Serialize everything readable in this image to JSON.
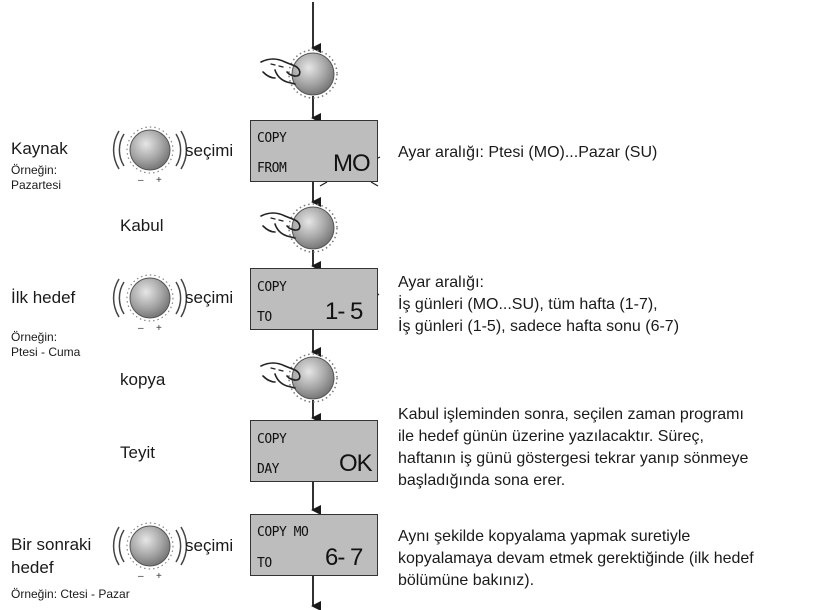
{
  "step1": {
    "action_label": "Kaynak",
    "example_label": "Örneğin:",
    "example_value": "Pazartesi",
    "select_label": "seçimi",
    "display_line1": "COPY",
    "display_line2": "FROM",
    "display_value": "MO",
    "description": "Ayar aralığı: Ptesi (MO)...Pazar (SU)"
  },
  "accept_label": "Kabul",
  "step2": {
    "action_label": "İlk hedef",
    "example_label": "Örneğin:",
    "example_value": "Ptesi - Cuma",
    "select_label": "seçimi",
    "display_line1": "COPY",
    "display_line2": "TO",
    "display_value": "1- 5",
    "description_lines": [
      "Ayar aralığı:",
      "İş günleri  (MO...SU), tüm hafta (1-7),",
      "İş günleri  (1-5), sadece hafta sonu (6-7)"
    ]
  },
  "copy_label": "kopya",
  "step3": {
    "action_label": "Teyit",
    "display_line1": "COPY",
    "display_line2": "DAY",
    "display_value": "OK",
    "description_lines": [
      "Kabul işleminden sonra, seçilen zaman programı",
      "ile hedef günün üzerine yazılacaktır. Süreç,",
      "haftanın iş günü göstergesi tekrar yanıp sönmeye",
      "başladığında sona erer."
    ]
  },
  "step4": {
    "action_line1": "Bir sonraki",
    "action_line2": "hedef",
    "example_text": "Örneğin: Ctesi - Pazar",
    "select_label": "seçimi",
    "display_line1": "COPY MO",
    "display_line2": "TO",
    "display_value": "6- 7",
    "description_lines": [
      "Aynı şekilde kopyalama yapmak suretiyle",
      "kopyalamaya devam etmek gerektiğinde (ilk hedef",
      "bölümüne bakınız)."
    ]
  },
  "colors": {
    "knob": "#9a9a9a",
    "lcd": "#bdbdbd",
    "line": "#1a1a1a"
  },
  "icons": [
    "hand-press-icon",
    "rotary-knob-icon",
    "turn-knob-icon",
    "arrow-down-icon"
  ]
}
